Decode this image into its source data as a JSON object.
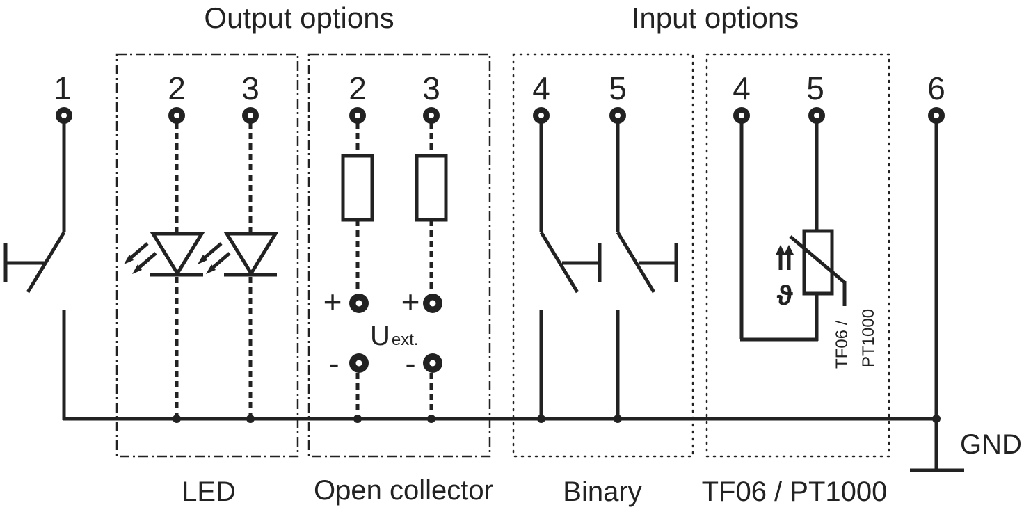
{
  "headings": {
    "output": "Output options",
    "input": "Input options"
  },
  "terminals": [
    "1",
    "2",
    "3",
    "2",
    "3",
    "4",
    "5",
    "4",
    "5",
    "6"
  ],
  "captions": {
    "led": "LED",
    "open_collector": "Open collector",
    "binary": "Binary",
    "tf06": "TF06 / PT1000"
  },
  "voltage": {
    "main": "U",
    "sub": "ext.",
    "plus": "+",
    "minus": "-"
  },
  "sensor": {
    "label_line1": "TF06 /",
    "label_line2": "PT1000",
    "theta": "ϑ"
  },
  "gnd": "GND",
  "colors": {
    "ink": "#222222",
    "background": "#ffffff"
  }
}
